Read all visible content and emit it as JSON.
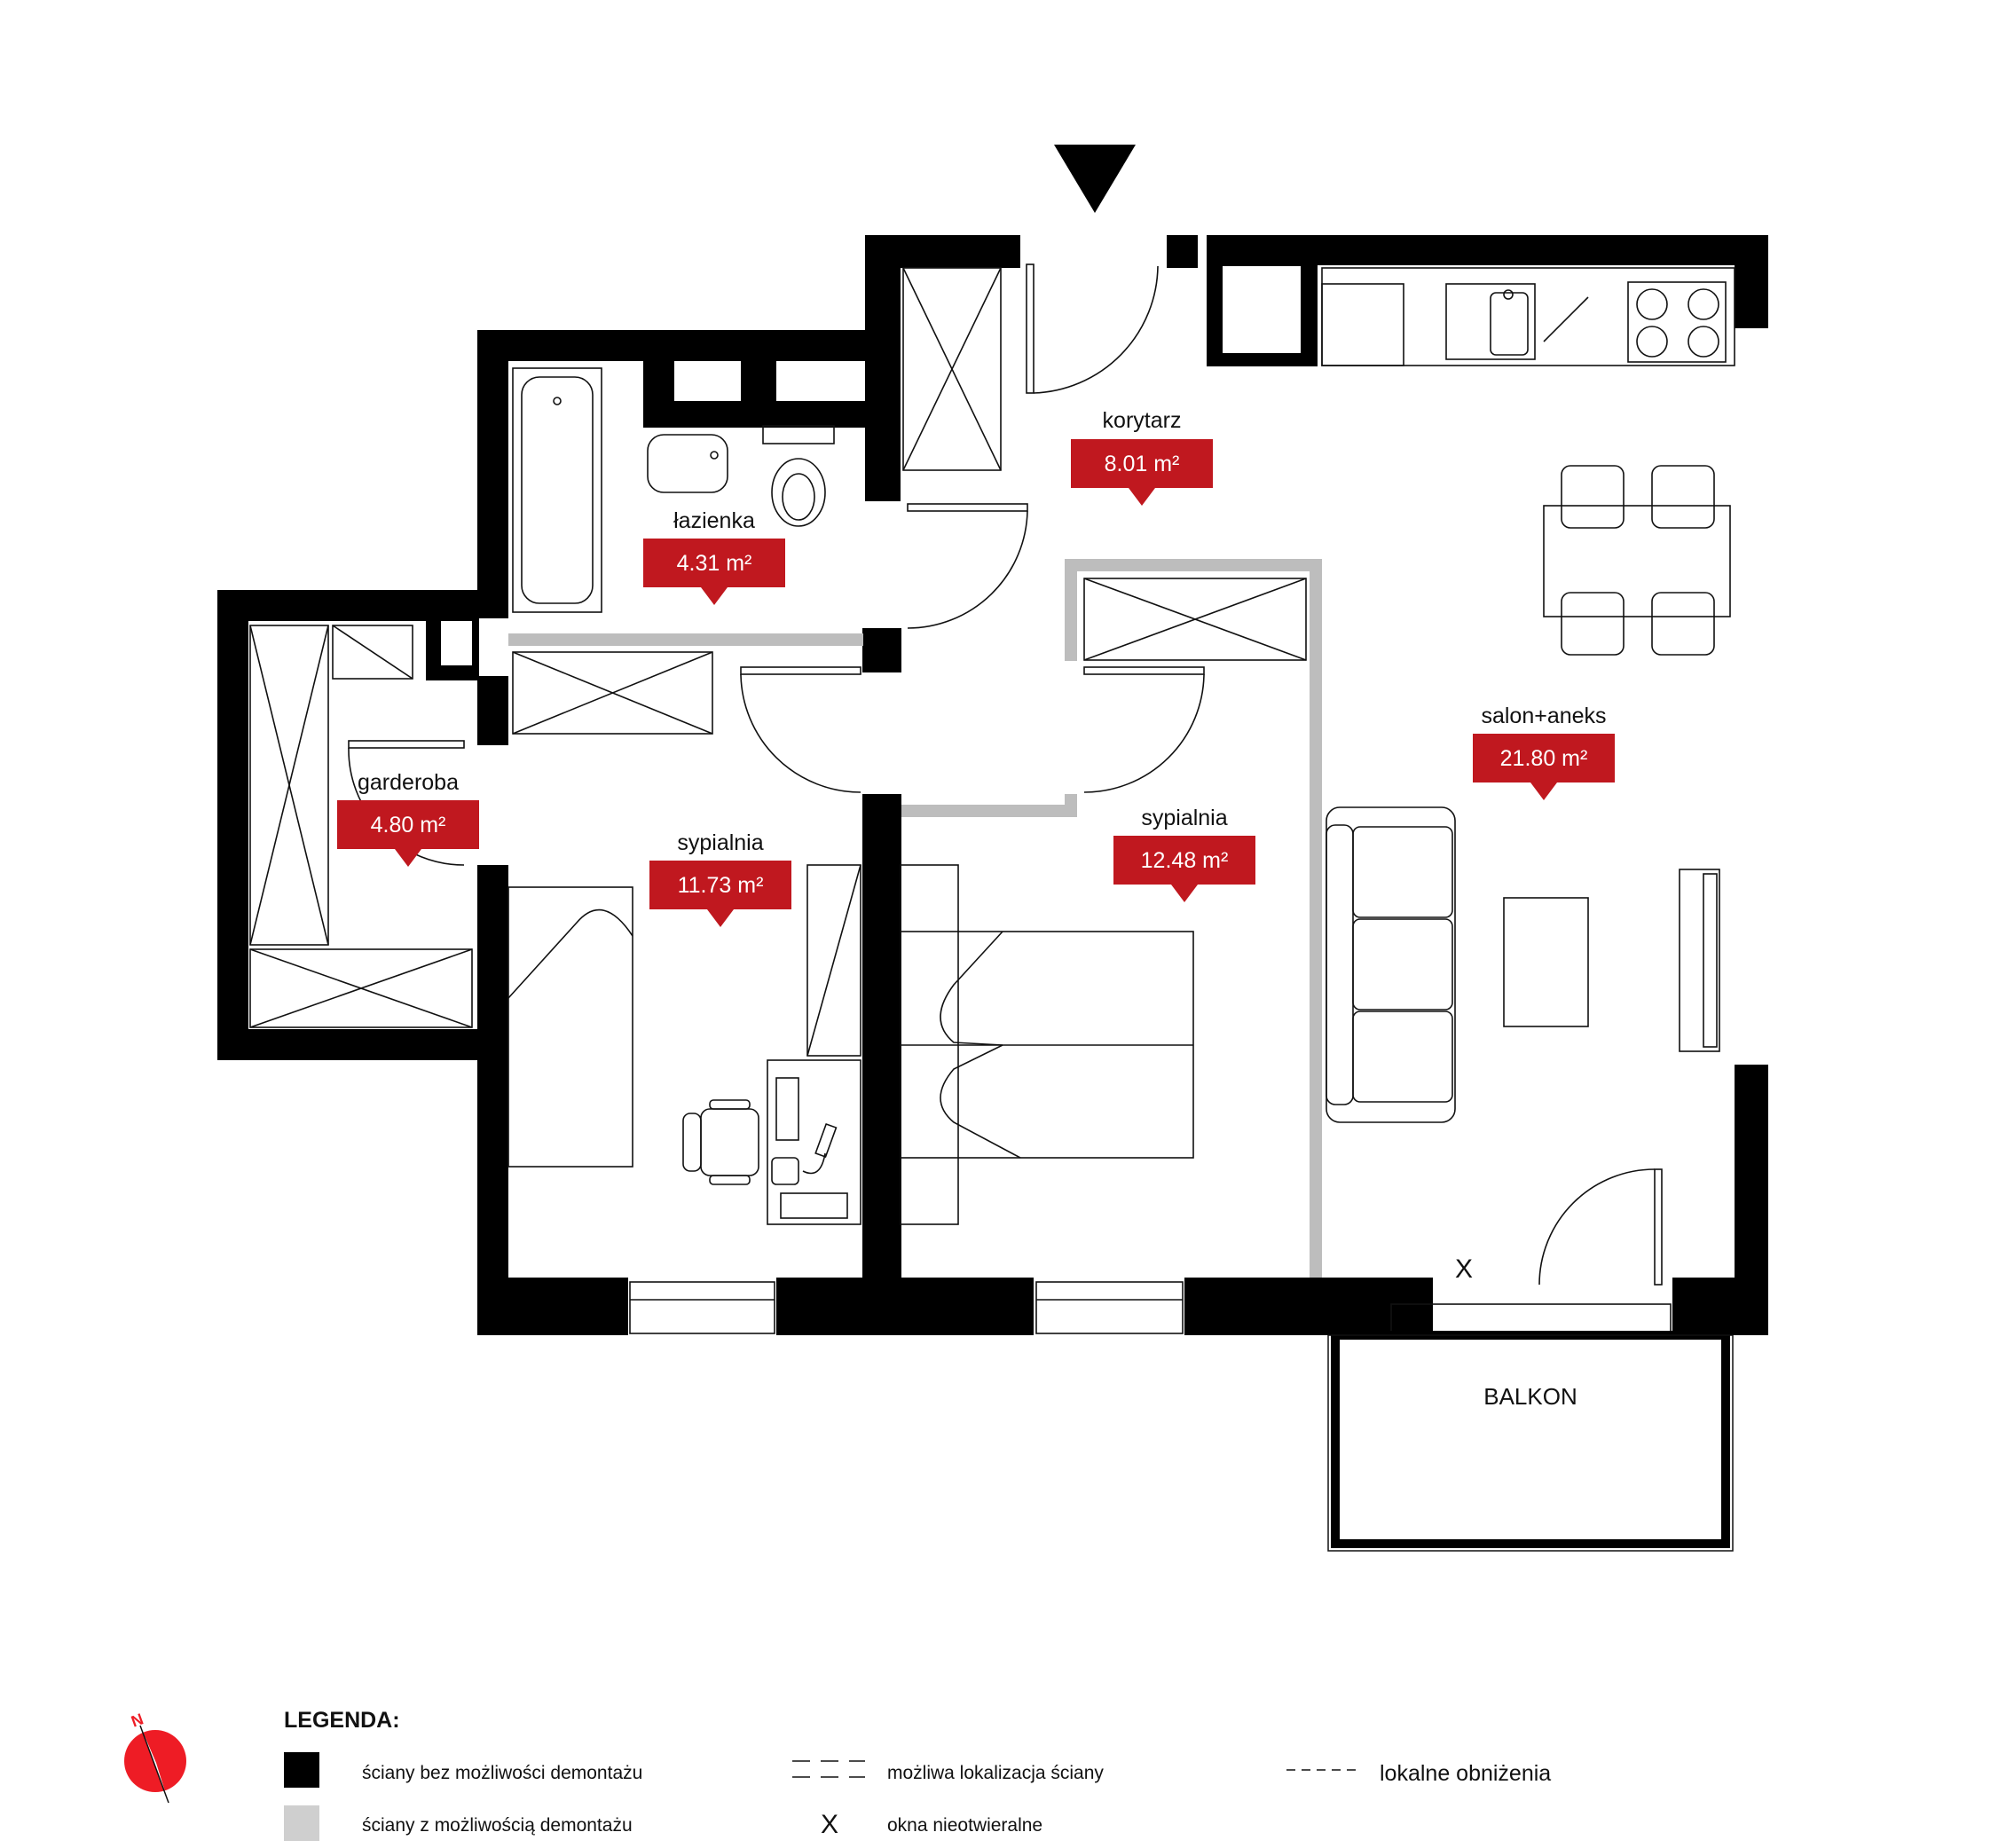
{
  "rooms": [
    {
      "name": "korytarz",
      "area": "8.01 m²"
    },
    {
      "name": "łazienka",
      "area": "4.31 m²"
    },
    {
      "name": "salon+aneks",
      "area": "21.80 m²"
    },
    {
      "name": "garderoba",
      "area": "4.80 m²"
    },
    {
      "name": "sypialnia",
      "area": "11.73 m²"
    },
    {
      "name": "sypialnia",
      "area": "12.48 m²"
    }
  ],
  "balcony_label": "BALKON",
  "non_opening_mark": "X",
  "compass_label": "N",
  "legend": {
    "title": "LEGENDA:",
    "items": [
      {
        "label": "ściany bez możliwości demontażu"
      },
      {
        "label": "ściany z możliwością demontażu"
      },
      {
        "label": "możliwa lokalizacja ściany"
      },
      {
        "label": "okna nieotwieralne",
        "symbol": "X"
      },
      {
        "label": "lokalne obniżenia"
      }
    ]
  },
  "colors": {
    "label_red": "#c0181f",
    "compass_red": "#ee1c25",
    "wall_fixed": "#000000",
    "wall_removable": "#bdbdbd"
  }
}
